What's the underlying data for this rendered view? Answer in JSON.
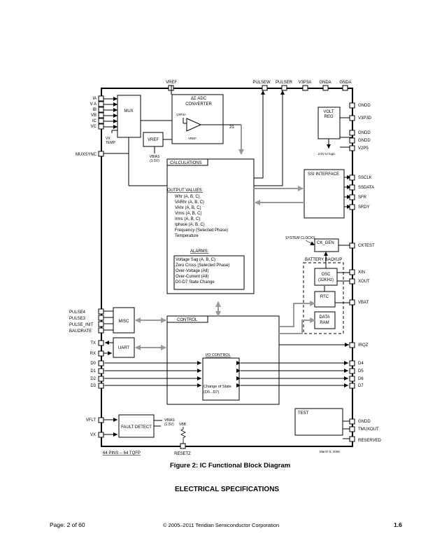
{
  "diagram": {
    "top_pins": [
      "VREF",
      "PULSEW",
      "PULSER",
      "V3P3A",
      "GNDA",
      "GNDA"
    ],
    "left_pins_top": [
      "IA",
      "V A",
      "IB",
      "VB",
      "IC",
      "VC"
    ],
    "muxsync": "MUXSYNC",
    "left_pins_misc": [
      "PULSE4",
      "PULSE3",
      "PULSE_INIT",
      "BAUDRATE"
    ],
    "left_pins_uart": [
      "TX",
      "RX"
    ],
    "left_pins_d": [
      "D0",
      "D1",
      "D2",
      "D3"
    ],
    "vflt": "VFLT",
    "vx": "VX",
    "right_pins_top": [
      "GNDD",
      "V3P3D",
      "GNDD",
      "GNDD",
      "V2P5"
    ],
    "right_pins_ssi": [
      "SSCLK",
      "SSDATA",
      "SFR",
      "SRDY"
    ],
    "cktest": "CKTEST",
    "xin": "XIN",
    "xout": "XOUT",
    "vbat": "VBAT",
    "irqz": "IRQZ",
    "right_pins_d": [
      "D4",
      "D5",
      "D6",
      "D7"
    ],
    "right_pins_bottom": [
      "GNDD",
      "TMUXOUT",
      "RESERVED"
    ],
    "resetz": "RESETZ",
    "mux": "MUX",
    "adc": [
      "ΔΣ ADC",
      "CONVERTER"
    ],
    "v3p3a_small": "V3P3A",
    "vref_small": "VREF",
    "adc_bits": "21",
    "vx_temp": [
      "VX",
      "TEMP"
    ],
    "vref_block": "VREF",
    "vbias": [
      "VBIAS",
      "(1.5V)"
    ],
    "volt_reg": [
      "VOLT",
      "REG"
    ],
    "to_logic": "2.5V to logic",
    "calculations": "CALCULATIONS",
    "output_values_title": "OUTPUT VALUES:",
    "output_values": [
      "Whr (A, B, C)",
      "VARhr (A, B, C)",
      "VAhr (A, B, C)",
      "Vrms (A, B, C)",
      "Irms (A, B, C)",
      "Iphase (A, B, C)",
      "Frequency (Selected Phase)",
      "Temperature"
    ],
    "alarms_title": "ALARMS:",
    "alarms": [
      "Voltage Sag (A, B, C)",
      "Zero Cross (Selected Phase)",
      "Over-Voltage (All)",
      "Over-Current (All)",
      "D0-D7 State Change"
    ],
    "ssi_interface": "SSI INTERFACE",
    "system_clocks": "SYSTEM CLOCKS",
    "ck_gen": "CK_GEN",
    "battery_backup": "BATTERY BACKUP",
    "osc": [
      "OSC",
      "(32KHz)"
    ],
    "rtc": "RTC",
    "data_ram": [
      "DATA",
      "RAM"
    ],
    "misc": "MISC",
    "uart": "UART",
    "control": "CONTROL",
    "io_control": "I/O CONTROL",
    "change_of_state": [
      "Change of State",
      "(D0...D7)"
    ],
    "fault_detect": "FAULT DETECT",
    "vbias2": [
      "VBIAS",
      "(1.5V)"
    ],
    "vbb": "VBB",
    "test": "TEST",
    "package": "64 PINS -- 64 TQFP",
    "date": "March 5, 2008"
  },
  "figure_caption": "Figure 2: IC Functional Block Diagram",
  "section_heading": "ELECTRICAL SPECIFICATIONS",
  "footer": {
    "page": "Page: 2 of 60",
    "copyright": "© 2005–2011 Teridian Semiconductor Corporation",
    "version": "1.6"
  }
}
